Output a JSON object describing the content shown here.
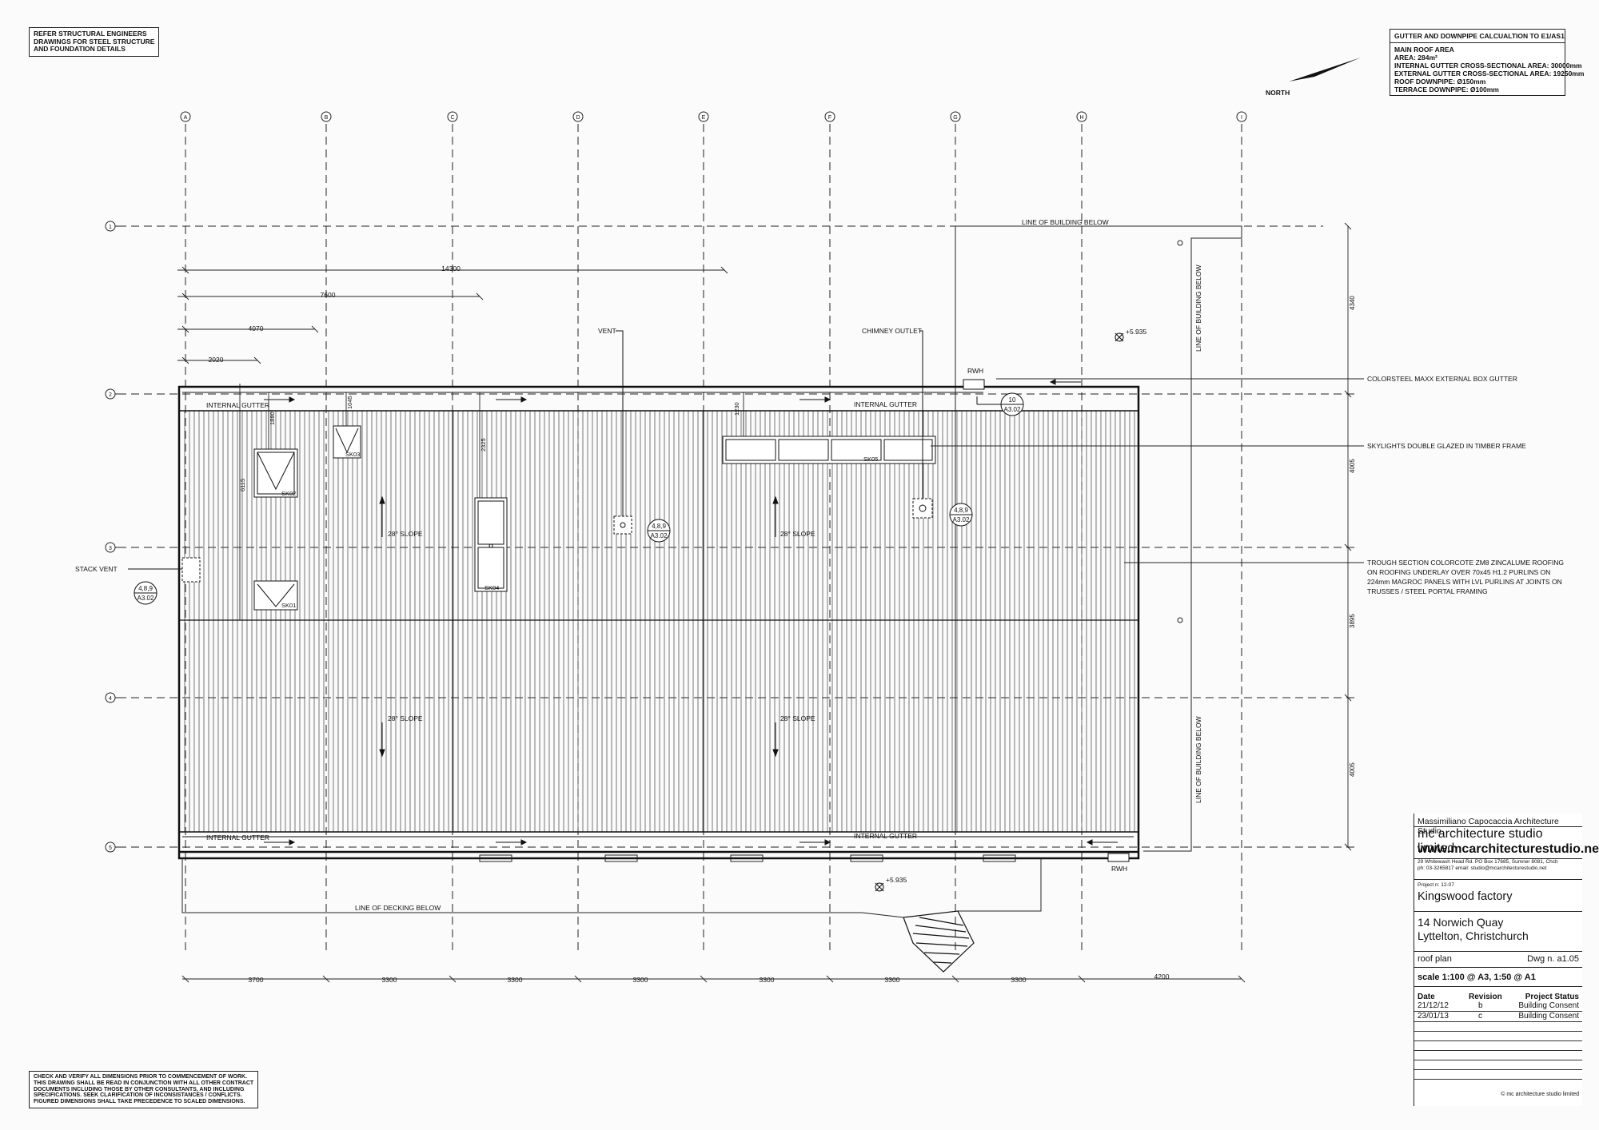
{
  "notes": {
    "structural": [
      "REFER STRUCTURAL ENGINEERS",
      "DRAWINGS FOR STEEL STRUCTURE",
      "AND FOUNDATION DETAILS"
    ],
    "dimensions": [
      "CHECK AND VERIFY ALL DIMENSIONS PRIOR TO COMMENCEMENT OF WORK.",
      "THIS DRAWING SHALL BE READ IN CONJUNCTION WITH ALL OTHER CONTRACT",
      "DOCUMENTS INCLUDING THOSE BY OTHER CONSULTANTS, AND INCLUDING",
      "SPECIFICATIONS. SEEK CLARIFICATION OF INCONSISTANCES / CONFLICTS.",
      "FIGURED DIMENSIONS SHALL TAKE PRECEDENCE TO SCALED DIMENSIONS."
    ]
  },
  "calc": {
    "title": "GUTTER AND DOWNPIPE CALCUALTION TO E1/AS1",
    "lines": [
      "MAIN ROOF AREA",
      "AREA: 284m²",
      "INTERNAL GUTTER CROSS-SECTIONAL AREA: 30000mm",
      "EXTERNAL GUTTER CROSS-SECTIONAL AREA: 19250mm",
      "ROOF DOWNPIPE: Ø150mm",
      "TERRACE DOWNPIPE: Ø100mm"
    ]
  },
  "north": "NORTH",
  "grid": {
    "columns": [
      "A",
      "B",
      "C",
      "D",
      "E",
      "F",
      "G",
      "H",
      "I"
    ],
    "rows": [
      "1",
      "2",
      "3",
      "4",
      "5"
    ]
  },
  "dims": {
    "top": [
      "14300",
      "7600",
      "4070",
      "2020"
    ],
    "bottom": [
      "3700",
      "3300",
      "3300",
      "3300",
      "3300",
      "3300",
      "3300",
      "4200"
    ],
    "right": [
      "4340",
      "4005",
      "3895",
      "4005"
    ],
    "local": [
      "1880",
      "1045",
      "2325",
      "1230",
      "6115"
    ]
  },
  "labels": {
    "line_building_below": "LINE OF BUILDING BELOW",
    "line_decking_below": "LINE OF DECKING BELOW",
    "vent": "VENT",
    "chimney": "CHIMNEY OUTLET",
    "rwh": "RWH",
    "level": "+5.935",
    "internal_gutter": "INTERNAL GUTTER",
    "slope": "28° SLOPE",
    "stack_vent": "STACK VENT",
    "skylights": [
      "SK01",
      "SK02",
      "SK03",
      "SK04",
      "SK05"
    ]
  },
  "callouts": {
    "gutter": "COLORSTEEL MAXX EXTERNAL BOX GUTTER",
    "skylight": "SKYLIGHTS DOUBLE GLAZED IN TIMBER FRAME",
    "roofing": [
      "TROUGH SECTION COLORCOTE ZM8 ZINCALUME ROOFING",
      "ON ROOFING UNDERLAY OVER 70x45 H1.2 PURLINS ON",
      "224mm MAGROC PANELS WITH LVL PURLINS AT JOINTS ON",
      "TRUSSES / STEEL PORTAL FRAMING"
    ]
  },
  "refs": {
    "r1_top": "4,8,9",
    "r1_bot": "A3.02",
    "r2_top": "4,8,9",
    "r2_bot": "A3.02",
    "r3_top": "4,8,9",
    "r3_bot": "A3.02",
    "r4_top": "10",
    "r4_bot": "A3.02"
  },
  "title_block": {
    "studio": "Massimiliano Capocaccia Architecture Studio",
    "company": "mc architecture studio limited",
    "website": "www.mcarchitecturestudio.net",
    "address1": "29 Whitewash Head Rd. PO Box 17685, Sumner 8081, Chch",
    "address2": "ph: 03-3265817 email: studio@mcarchitecturestudio.net",
    "project_no": "Project n: 12-07",
    "project_name": "Kingswood factory",
    "site1": "14 Norwich Quay",
    "site2": "Lyttelton, Christchurch",
    "sheet": "roof plan",
    "dwg": "Dwg n. a1.05",
    "scale": "scale 1:100 @ A3, 1:50 @ A1",
    "rev_head": [
      "Date",
      "Revision",
      "Project Status"
    ],
    "revisions": [
      [
        "21/12/12",
        "b",
        "Building Consent"
      ],
      [
        "23/01/13",
        "c",
        "Building Consent"
      ]
    ],
    "copyright": "© mc architecture studio limited"
  }
}
